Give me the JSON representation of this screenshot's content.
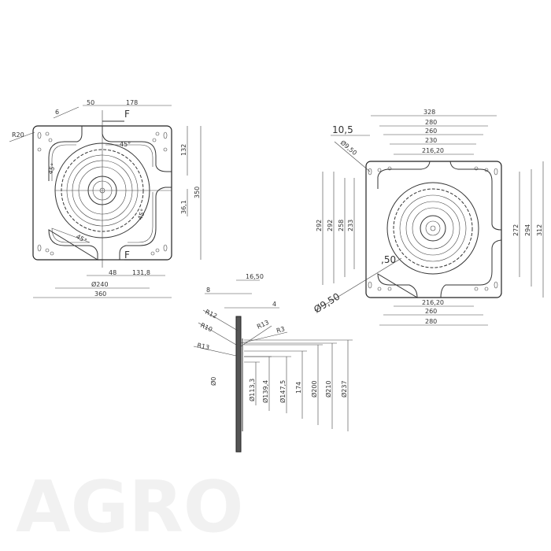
{
  "watermark": "AGRO",
  "colors": {
    "line": "#333333",
    "background": "#ffffff",
    "watermark": "#f1f1f1"
  },
  "top_view_left": {
    "dims": [
      "50",
      "178",
      "6",
      "R20",
      "F",
      "F",
      "45°",
      "45°",
      "45°",
      "45°",
      "132",
      "350",
      "36,1",
      "48",
      "131,8",
      "Ø240",
      "360"
    ]
  },
  "top_view_right": {
    "dims": [
      "328",
      "280",
      "260",
      "230",
      "216,20",
      "10,5",
      "Ø9,50",
      "292",
      "292",
      "258",
      "233",
      ",50",
      "Ø9,50",
      "272",
      "294",
      "312",
      "216,20",
      "260",
      "280"
    ]
  },
  "side_view": {
    "dims": [
      "16,50",
      "8",
      "4",
      "R12",
      "R10",
      "R13",
      "R13",
      "R3",
      "Ø0",
      "Ø113,3",
      "Ø139,4",
      "Ø147,5",
      "174",
      "Ø200",
      "Ø210",
      "Ø237"
    ]
  }
}
